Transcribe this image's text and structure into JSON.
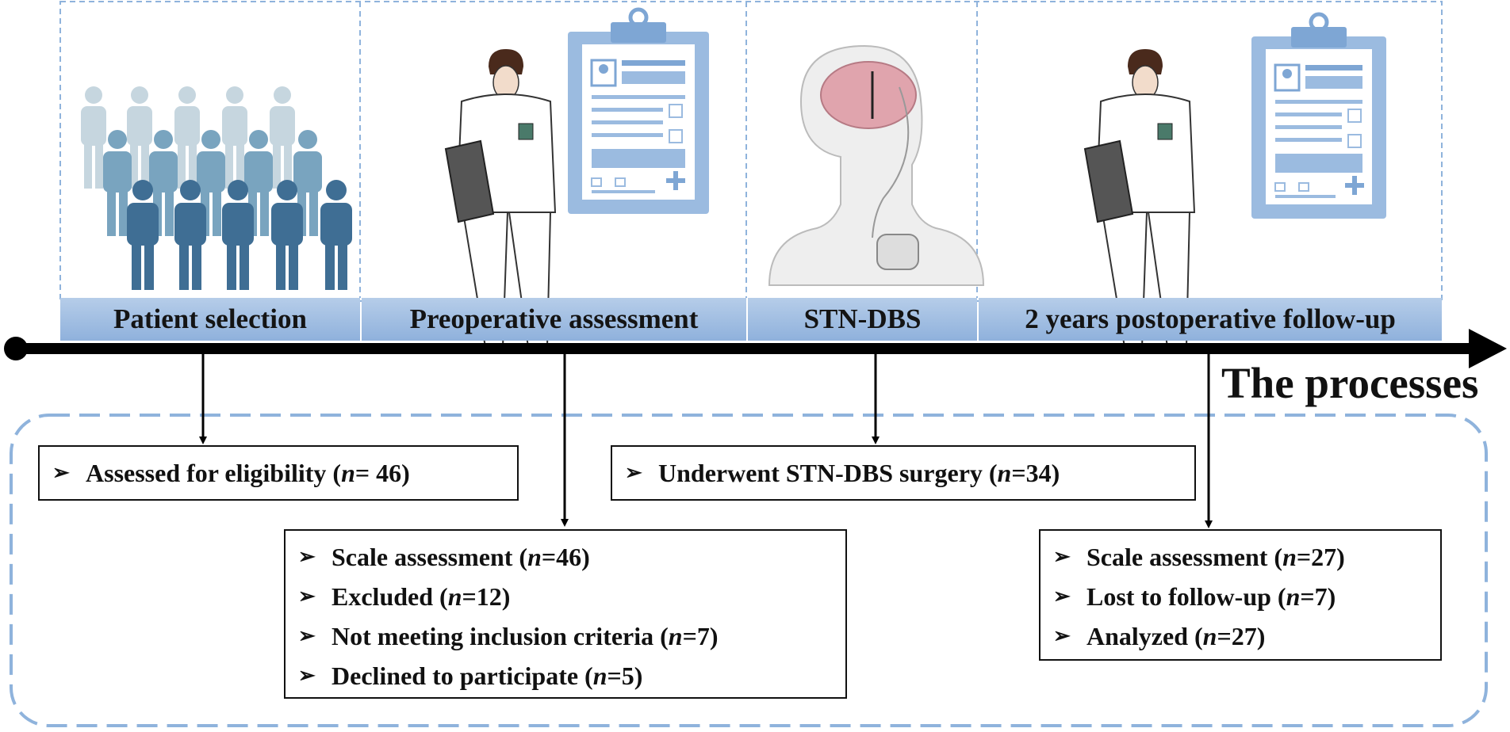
{
  "stages": [
    {
      "label": "Patient selection"
    },
    {
      "label": "Preoperative assessment"
    },
    {
      "label": "STN-DBS"
    },
    {
      "label": "2 years postoperative follow-up"
    }
  ],
  "timeline_title": "The processes",
  "bullet_glyph": "➢",
  "boxes": {
    "eligibility": [
      {
        "text": "Assessed for eligibility (",
        "n": "n",
        "value": "= 46)"
      }
    ],
    "surgery": [
      {
        "text": "Underwent STN-DBS surgery (",
        "n": "n",
        "value": "=34)"
      }
    ],
    "preop": [
      {
        "text": "Scale assessment (",
        "n": "n",
        "value": "=46)"
      },
      {
        "text": "Excluded (",
        "n": "n",
        "value": "=12)"
      },
      {
        "text": "Not meeting inclusion criteria (",
        "n": "n",
        "value": "=7)"
      },
      {
        "text": "Declined to participate (",
        "n": "n",
        "value": "=5)"
      }
    ],
    "followup": [
      {
        "text": "Scale assessment (",
        "n": "n",
        "value": "=27)"
      },
      {
        "text": "Lost to follow-up (",
        "n": "n",
        "value": "=7)"
      },
      {
        "text": "Analyzed (",
        "n": "n",
        "value": "=27)"
      }
    ]
  },
  "colors": {
    "dash_border": "#8fb3dc",
    "stage_fill": "#9cbbe2",
    "crowd_dark": "#3f6e94",
    "crowd_mid": "#6f9cba",
    "crowd_light": "#b3cad6",
    "clipboard": "#9bbbe0",
    "brain": "#e0a4ad"
  }
}
